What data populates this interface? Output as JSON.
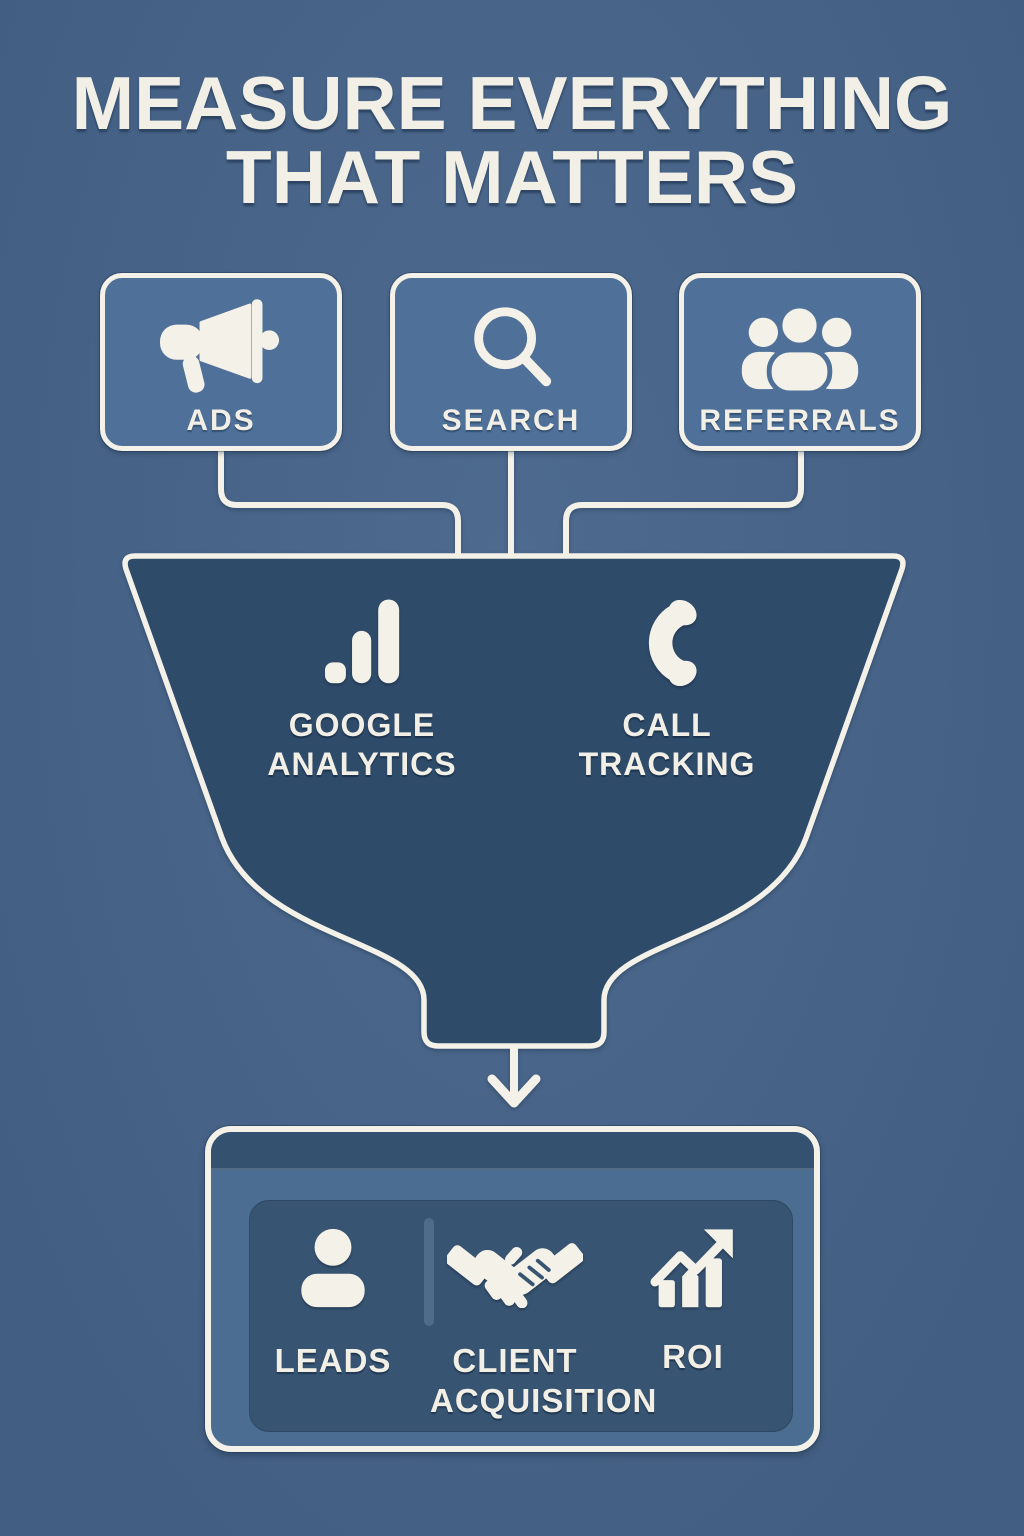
{
  "meta": {
    "title_line1": "MEASURE EVERYTHING",
    "title_line2": "THAT MATTERS"
  },
  "sources": [
    {
      "label": "ADS",
      "icon": "megaphone-icon"
    },
    {
      "label": "SEARCH",
      "icon": "search-icon"
    },
    {
      "label": "REFERRALS",
      "icon": "people-icon"
    }
  ],
  "funnel_tools": [
    {
      "line1": "GOOGLE",
      "line2": "ANALYTICS",
      "icon": "bar-chart-icon"
    },
    {
      "line1": "CALL",
      "line2": "TRACKING",
      "icon": "phone-icon"
    }
  ],
  "outcomes": [
    {
      "label": "LEADS",
      "icon": "person-icon"
    },
    {
      "line1": "CLIENT",
      "line2": "ACQUISITION",
      "icon": "handshake-icon"
    },
    {
      "label": "ROI",
      "icon": "growth-chart-icon"
    }
  ],
  "colors": {
    "background": "#46648a",
    "card_fill": "#4f7098",
    "funnel_fill": "#2e4b6a",
    "outcome_body": "#4c6d92",
    "outcome_header_strip": "#34516f",
    "inner_panel": "#375472",
    "divider": "#4f6c8b",
    "line": "#f4f1e8",
    "text": "#f2efe6"
  }
}
